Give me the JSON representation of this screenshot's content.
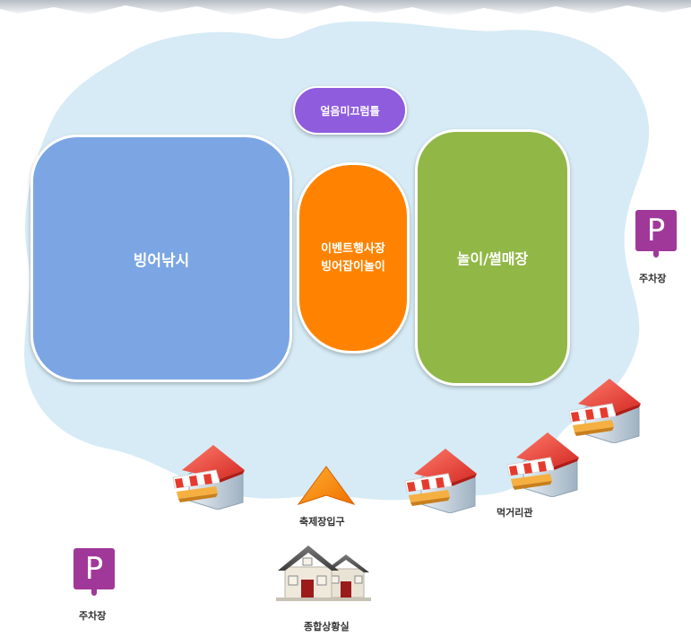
{
  "colors": {
    "area": "#d6ebf5",
    "ice_fishing": "#7ba6e3",
    "event": "#ff8300",
    "play": "#91b746",
    "ice_slide": "#8f5cde",
    "parking": "#a0389a",
    "entrance": "#ff8a00"
  },
  "zones": {
    "ice_fishing": "빙어낚시",
    "event_line1": "이벤트행사장",
    "event_line2": "빙어잡이놀이",
    "play": "놀이/썰매장",
    "ice_slide": "얼음미끄럼틀"
  },
  "labels": {
    "parking_right": "주차장",
    "parking_left": "주차장",
    "entrance": "축제장입구",
    "food_street": "먹거리관",
    "info_center": "종합상황실"
  },
  "parking_symbol": "P",
  "icons": {
    "stall": "market-stall-icon",
    "house": "house-icon",
    "entrance": "entrance-arrow-icon",
    "parking": "parking-icon"
  }
}
